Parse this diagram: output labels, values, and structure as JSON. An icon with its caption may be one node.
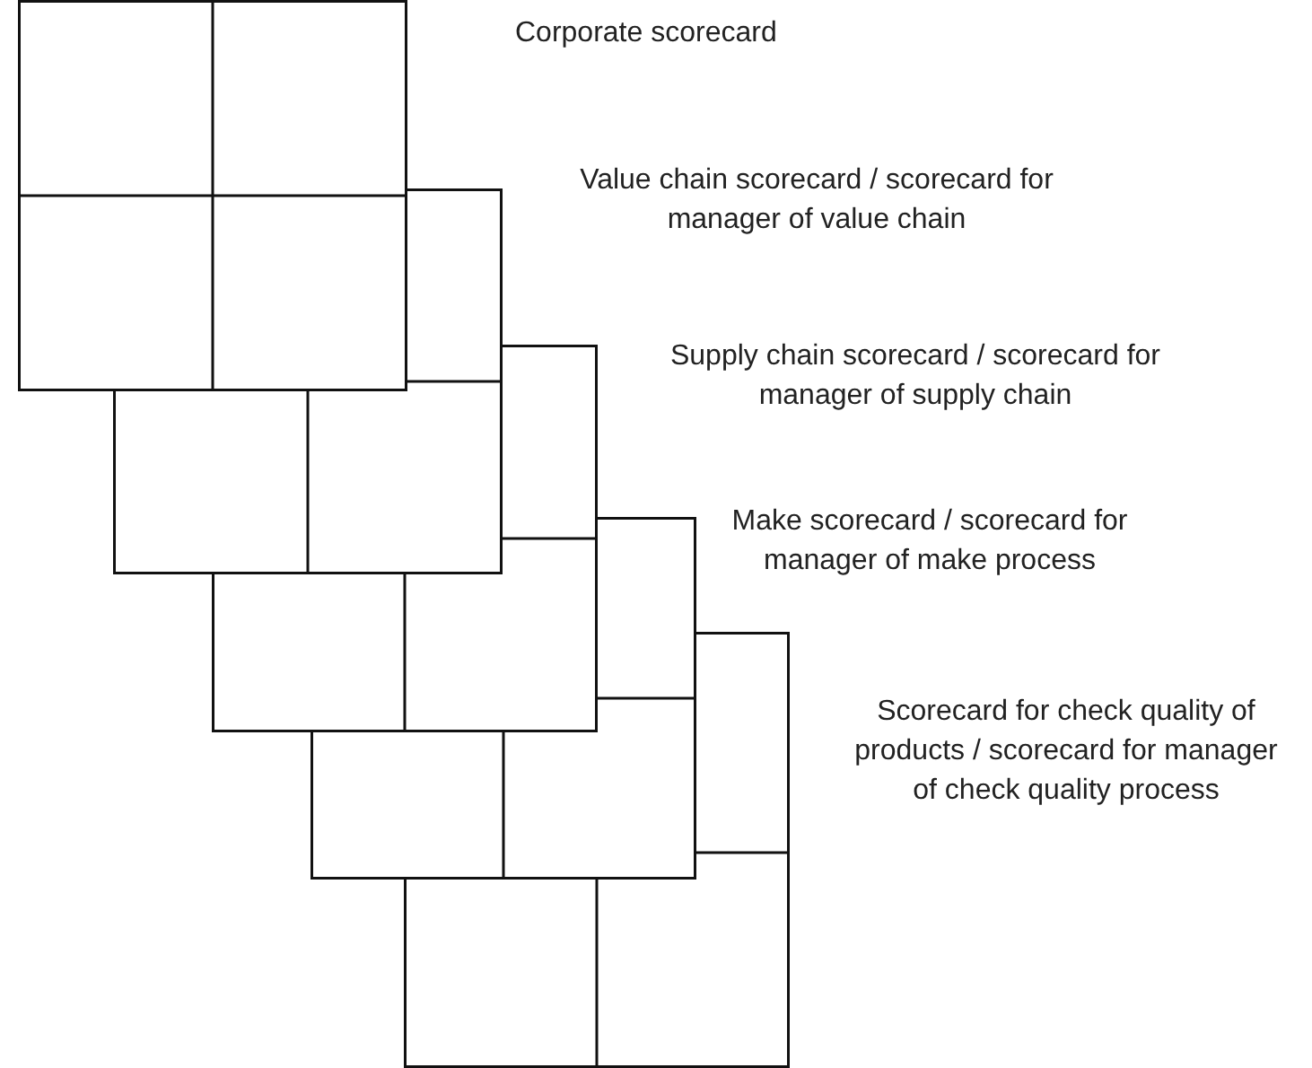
{
  "diagram": {
    "nodes": [
      {
        "text": [
          "Corporate scorecard"
        ]
      },
      {
        "text": [
          "Value chain scorecard / scorecard for manager of value chain"
        ]
      },
      {
        "text": [
          "Supply chain scorecard / scorecard for manager of supply chain"
        ]
      },
      {
        "text": [
          "Make scorecard / scorecard for manager of make process"
        ]
      },
      {
        "text": [
          "Scorecard for check quality of products / scorecard for manager of check quality process"
        ]
      }
    ]
  }
}
